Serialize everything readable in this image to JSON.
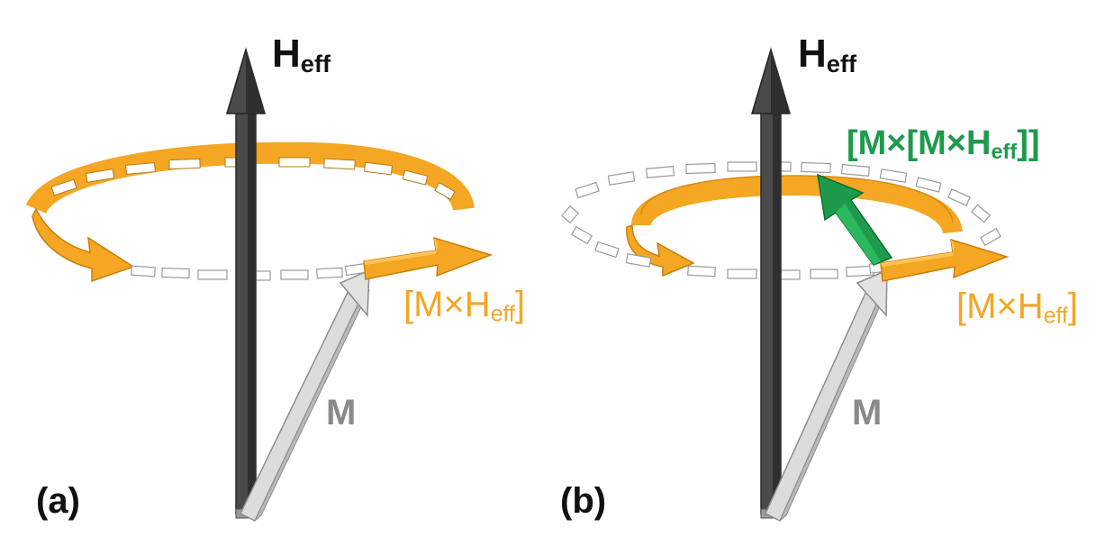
{
  "panel_a": {
    "label": "(a)",
    "field_label": "H",
    "field_sub": "eff",
    "precession_label": "[M×H",
    "precession_sub": "eff",
    "precession_close": "]",
    "moment_label": "M"
  },
  "panel_b": {
    "label": "(b)",
    "field_label": "H",
    "field_sub": "eff",
    "damping_label": "[M×[M×H",
    "damping_sub": "eff",
    "damping_close": "]]",
    "precession_label": "[M×H",
    "precession_sub": "eff",
    "precession_close": "]",
    "moment_label": "M"
  },
  "colors": {
    "field_axis": "#4a4a4a",
    "moment": "#d6d6d6",
    "precession": "#f5a623",
    "precession_dark": "#d98a10",
    "damping": "#1f9a4c",
    "damping_dark": "#0e6e32",
    "label_orange": "#f5a623",
    "label_green": "#1f9a4c"
  }
}
